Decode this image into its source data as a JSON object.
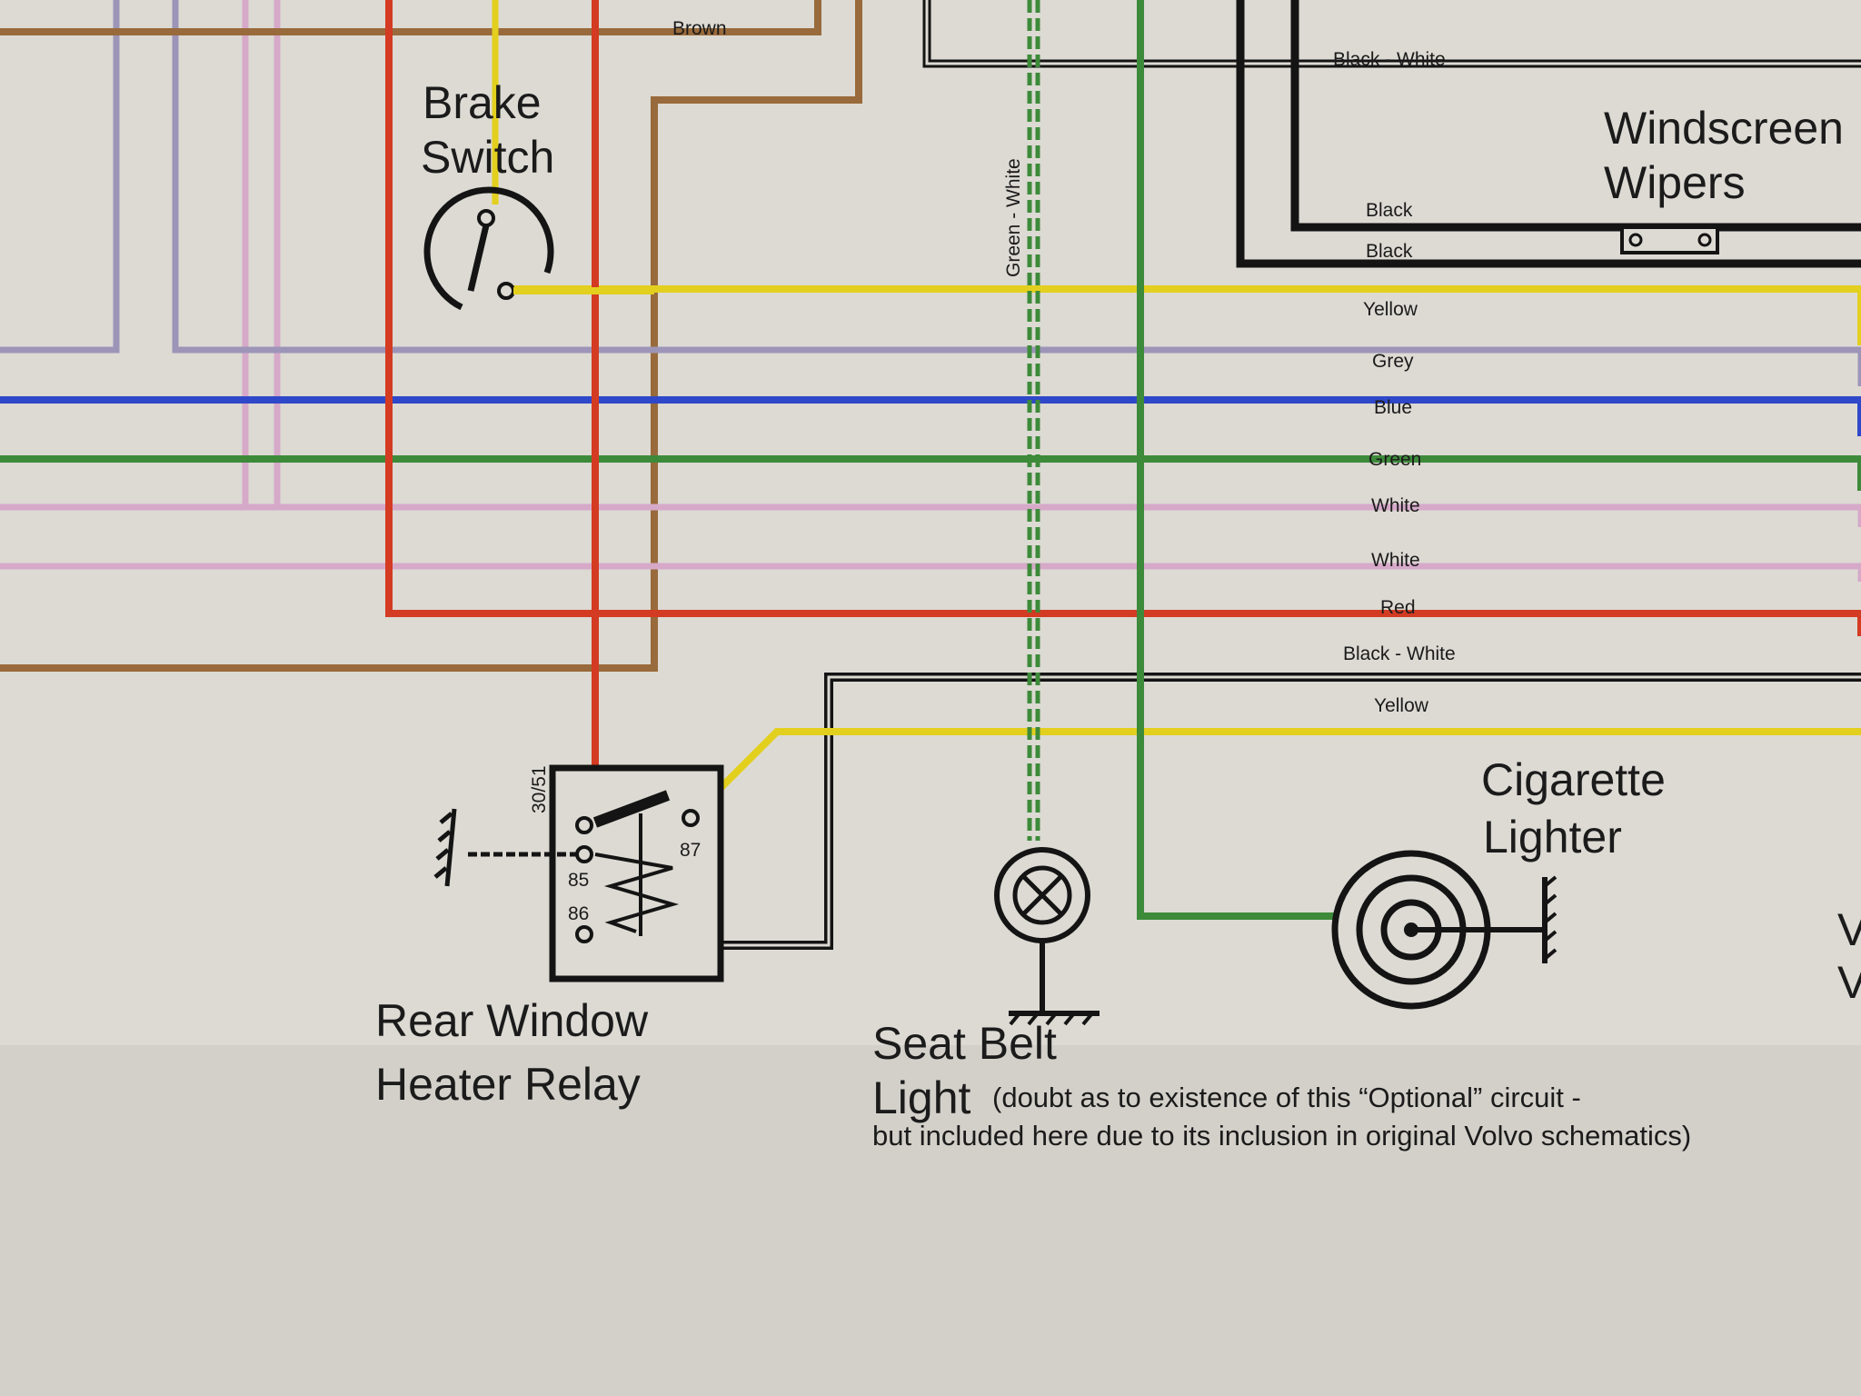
{
  "components": {
    "brake_switch": [
      "Brake",
      "Switch"
    ],
    "windscreen_wipers": [
      "Windscreen",
      "Wipers"
    ],
    "cigarette_lighter": [
      "Cigarette",
      "Lighter"
    ],
    "rear_window_heater_relay": [
      "Rear Window",
      "Heater Relay"
    ],
    "seat_belt_light": [
      "Seat Belt",
      "Light"
    ],
    "partial_label_right": [
      "V",
      "V"
    ]
  },
  "relay_terminals": {
    "t30_51": "30/51",
    "t85": "85",
    "t86": "86",
    "t87": "87"
  },
  "wire_labels": {
    "brown": "Brown",
    "black_white_top": "Black - White",
    "black_1": "Black",
    "black_2": "Black",
    "green_white": "Green - White",
    "yellow_1": "Yellow",
    "grey": "Grey",
    "blue": "Blue",
    "green": "Green",
    "white_1": "White",
    "white_2": "White",
    "red": "Red",
    "black_white_2": "Black - White",
    "yellow_2": "Yellow"
  },
  "note": {
    "line1": "(doubt as to existence of this “Optional” circuit -",
    "line2": "but included here due to its inclusion in original Volvo schematics)"
  },
  "colors": {
    "paper": "#dcdad3",
    "yellow": "#e3cf1e",
    "red": "#d33b22",
    "brown": "#996a3b",
    "green": "#3d8a3a",
    "blue": "#2f48c9",
    "grey": "#9d95b8",
    "white_wire": "#d6a9c9",
    "black": "#141414",
    "green_white": "#3d8a3a"
  }
}
